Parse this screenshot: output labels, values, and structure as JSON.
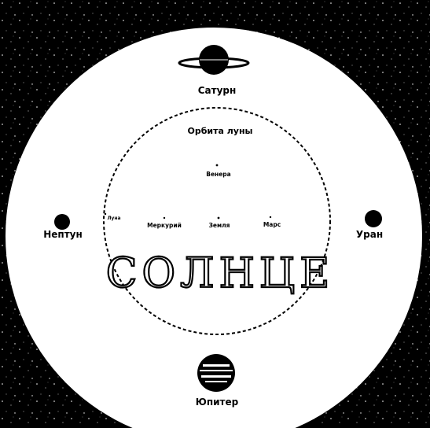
{
  "sun_label": "СОЛНЦЕ",
  "orbit_label": "Орбита луны",
  "planets": {
    "saturn": "Сатурн",
    "neptune": "Нептун",
    "uranus": "Уран",
    "jupiter": "Юпитер",
    "venus": "Венера",
    "mercury": "Меркурий",
    "earth": "Земля",
    "mars": "Марс",
    "moon": "Луна"
  },
  "colors": {
    "space": "#000000",
    "sun_disk": "#ffffff",
    "ink": "#000000"
  }
}
